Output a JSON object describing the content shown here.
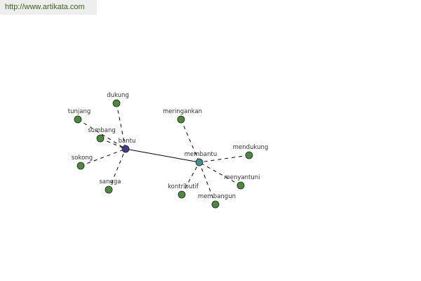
{
  "source_link": "http://www.artikata.com",
  "colors": {
    "primary_hub": "#3d3d8f",
    "secondary_hub": "#3f9090",
    "leaf": "#4a8a3a",
    "edge": "#000000"
  },
  "hubs": [
    {
      "id": "bantu",
      "label": "bantu"
    },
    {
      "id": "membantu",
      "label": "membantu"
    }
  ],
  "nodes": [
    {
      "id": "dukung",
      "label": "dukung",
      "hub": "bantu"
    },
    {
      "id": "tunjang",
      "label": "tunjang",
      "hub": "bantu"
    },
    {
      "id": "sumbang",
      "label": "sumbang",
      "hub": "bantu"
    },
    {
      "id": "sokong",
      "label": "sokong",
      "hub": "bantu"
    },
    {
      "id": "sangga",
      "label": "sangga",
      "hub": "bantu"
    },
    {
      "id": "meringankan",
      "label": "meringankan",
      "hub": "membantu"
    },
    {
      "id": "mendukung",
      "label": "mendukung",
      "hub": "membantu"
    },
    {
      "id": "menyantuni",
      "label": "menyantuni",
      "hub": "membantu"
    },
    {
      "id": "kontributif",
      "label": "kontributif",
      "hub": "membantu"
    },
    {
      "id": "membangun",
      "label": "membangun",
      "hub": "membantu"
    }
  ],
  "hub_link": {
    "from": "bantu",
    "to": "membantu",
    "style": "solid"
  }
}
